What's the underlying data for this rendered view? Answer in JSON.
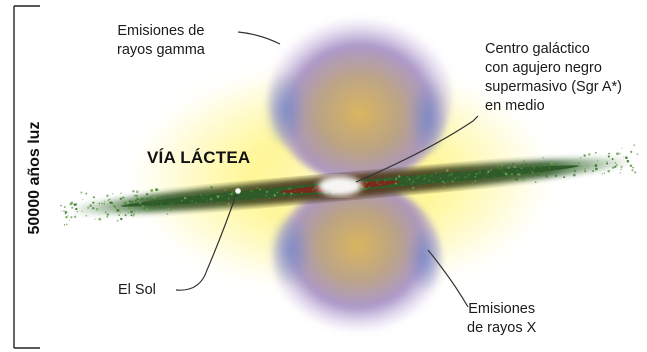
{
  "title": "VÍA LÁCTEA",
  "scale_label": "50000 años luz",
  "labels": {
    "gamma": [
      "Emisiones de",
      "rayos gamma"
    ],
    "center": [
      "Centro galáctico",
      "con agujero negro",
      "supermasivo (Sgr A*)",
      "en medio"
    ],
    "sun": "El Sol",
    "xray": [
      "Emisiones",
      "de rayos X"
    ]
  },
  "colors": {
    "bubble": "#9d86c0",
    "bubble_core": "#d8b25a",
    "glow": "#fff36a",
    "disk": "#2f5a2a",
    "disk_dots": "#3c7a2c",
    "center_line": "#7a2a1a"
  }
}
